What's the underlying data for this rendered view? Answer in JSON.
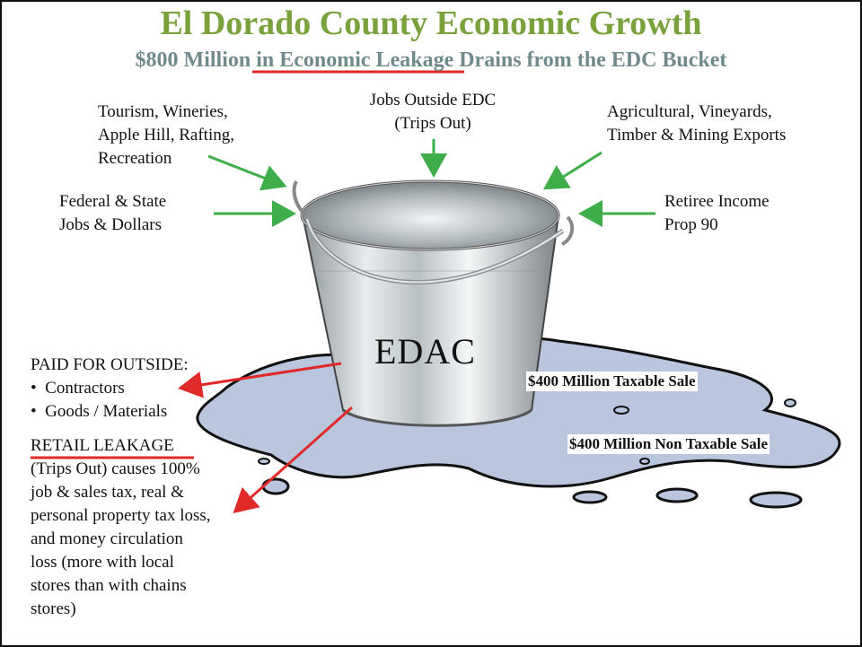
{
  "title": "El Dorado County Economic Growth",
  "subtitle_prefix": "$800 Million in ",
  "subtitle_highlight": "Economic Leakage",
  "subtitle_suffix": " Drains from the EDC Bucket",
  "inflows": {
    "tourism": [
      "Tourism, Wineries,",
      "Apple Hill, Rafting,",
      "Recreation"
    ],
    "jobs_outside": [
      "Jobs Outside EDC",
      "(Trips Out)"
    ],
    "agricultural": [
      "Agricultural, Vineyards,",
      "Timber & Mining Exports"
    ],
    "federal": [
      "Federal & State",
      "Jobs & Dollars"
    ],
    "retiree": [
      "Retiree Income",
      "Prop 90"
    ]
  },
  "bucket_label": "EDAC",
  "outflows": {
    "paid_title": "PAID FOR OUTSIDE:",
    "paid_items": [
      "Contractors",
      "Goods / Materials"
    ],
    "retail_title": "RETAIL LEAKAGE",
    "retail_text": [
      "(Trips Out) causes 100%",
      "job & sales tax, real &",
      "personal property tax loss,",
      "and money circulation",
      "loss (more with local",
      "stores than with chains",
      "stores)"
    ]
  },
  "sales": {
    "taxable": "$400 Million Taxable Sale",
    "non_taxable": "$400 Million Non Taxable Sale"
  },
  "colors": {
    "title": "#7aa23c",
    "subtitle": "#708a8c",
    "inflow_arrow": "#3fae4a",
    "outflow_arrow": "#e02a2a",
    "puddle": "#b9c6de"
  }
}
